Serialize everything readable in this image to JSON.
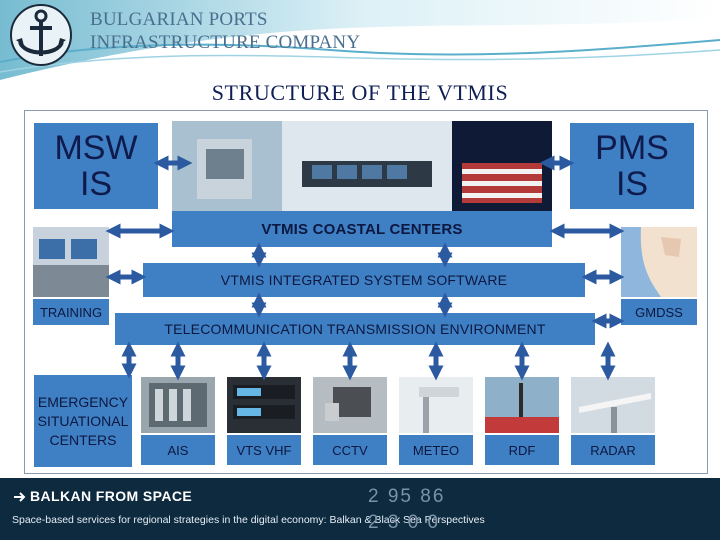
{
  "header": {
    "company_line1": "BULGARIAN PORTS",
    "company_line2": "INFRASTRUCTURE COMPANY",
    "title": "STRUCTURE OF THE VTMIS"
  },
  "diagram": {
    "msw_label": "MSW\nIS",
    "pms_label": "PMS\nIS",
    "coastal_centers": "VTMIS COASTAL CENTERS",
    "integrated_software": "VTMIS  INTEGRATED  SYSTEM SOFTWARE",
    "telecom": "TELECOMMUNICATION  TRANSMISSION  ENVIRONMENT",
    "training": "TRAINING",
    "gmdss": "GMDSS",
    "emergency": "EMERGENCY\nSITUATIONAL\nCENTERS",
    "bottom_labels": [
      "AIS",
      "VTS VHF",
      "CCTV",
      "METEO",
      "RDF",
      "RADAR"
    ]
  },
  "footer": {
    "brand": "BALKAN FROM SPACE",
    "tagline": "Space-based services for regional strategies in the digital economy: Balkan & Black Sea Perspectives",
    "numbers_line1": "2 95 86",
    "numbers_line2": "2 3 0 0"
  },
  "colors": {
    "box_blue": "#3f7fc4",
    "arrow_blue": "#2c5aa0",
    "title_navy": "#0f1f55",
    "footer_bg": "#0d2a3e"
  }
}
